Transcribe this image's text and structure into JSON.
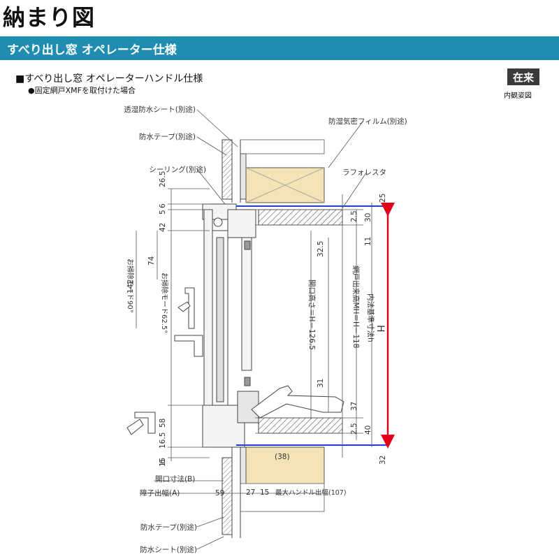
{
  "header": {
    "title": "納まり図",
    "banner": "すべり出し窓 オペレーター仕様",
    "heading": "■すべり出し窓 オペレーターハンドル仕様",
    "note": "●固定網戸XMFを取付けた場合",
    "badge": "在来",
    "badge_sub": "内観姿図"
  },
  "labels": {
    "moisture_sheet": "透湿防水シート(別途)",
    "waterproof_tape_top": "防水テープ(別途)",
    "sealing": "シーリング(別途)",
    "vapor_film": "防湿気密フィルム(別途)",
    "lafore": "ラフォレスタ",
    "opening_height": "開口高さ＝H－126.5",
    "screen_height": "網戸出来高MH＝H－118",
    "inner_dim": "内法基準寸法h",
    "H": "H",
    "cleaning_mode_90": "お掃除モード90°",
    "cleaning_mode_62": "お掃除モード62.5°",
    "opening_dim_b": "開口寸法(B)",
    "obstacle_width_a": "障子出幅(A)",
    "max_handle": "最大ハンドル出幅(107)",
    "waterproof_tape_bottom": "防水テープ(別途)",
    "waterproof_sheet": "防水シート(別途)"
  },
  "dims": {
    "d26_5": "26.5",
    "d6_top": "6",
    "d5": "5",
    "d42": "42",
    "d74": "74",
    "d142": "142",
    "d58": "58",
    "d16_5": "16.5",
    "d15": "15",
    "d6_bot": "6",
    "d25": "25",
    "d2_5_top": "2.5",
    "d30": "30",
    "d11": "11",
    "d32_5": "32.5",
    "d31": "31",
    "d37": "37",
    "d2_5_bot": "2.5",
    "d40": "40",
    "d32": "32",
    "d38": "(38)",
    "d59": "59",
    "d27": "27",
    "d15_b": "15"
  },
  "colors": {
    "banner": "#1f8db0",
    "insulation": "#f3e3b5",
    "blue_line": "#1e3fd8",
    "red_arrow": "#e0001b"
  }
}
